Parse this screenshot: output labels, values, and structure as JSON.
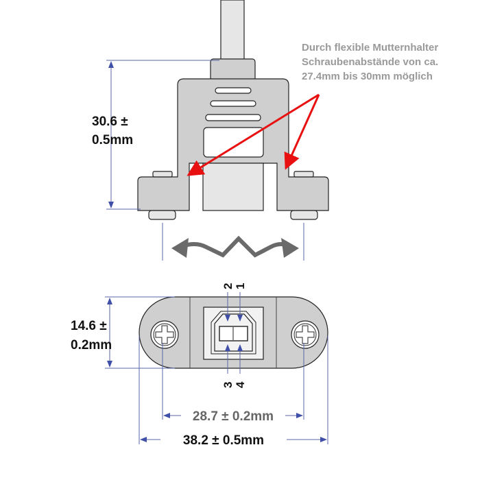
{
  "annotation": {
    "lines": [
      "Durch flexible Mutternhalter",
      "Schraubenabstände von ca.",
      "27.4mm bis 30mm möglich"
    ],
    "arrow_color": "#e81010"
  },
  "side_view": {
    "height_line1": "30.6 ±",
    "height_line2": "0.5mm"
  },
  "front_view": {
    "height_line1": "14.6 ±",
    "height_line2": "0.2mm",
    "screw_spacing": "28.7 ± 0.2mm",
    "total_width": "38.2 ± 0.5mm",
    "pins": [
      "1",
      "2",
      "3",
      "4"
    ]
  },
  "colors": {
    "dimension": "#5a66a8",
    "part": "#cfcfcf"
  }
}
